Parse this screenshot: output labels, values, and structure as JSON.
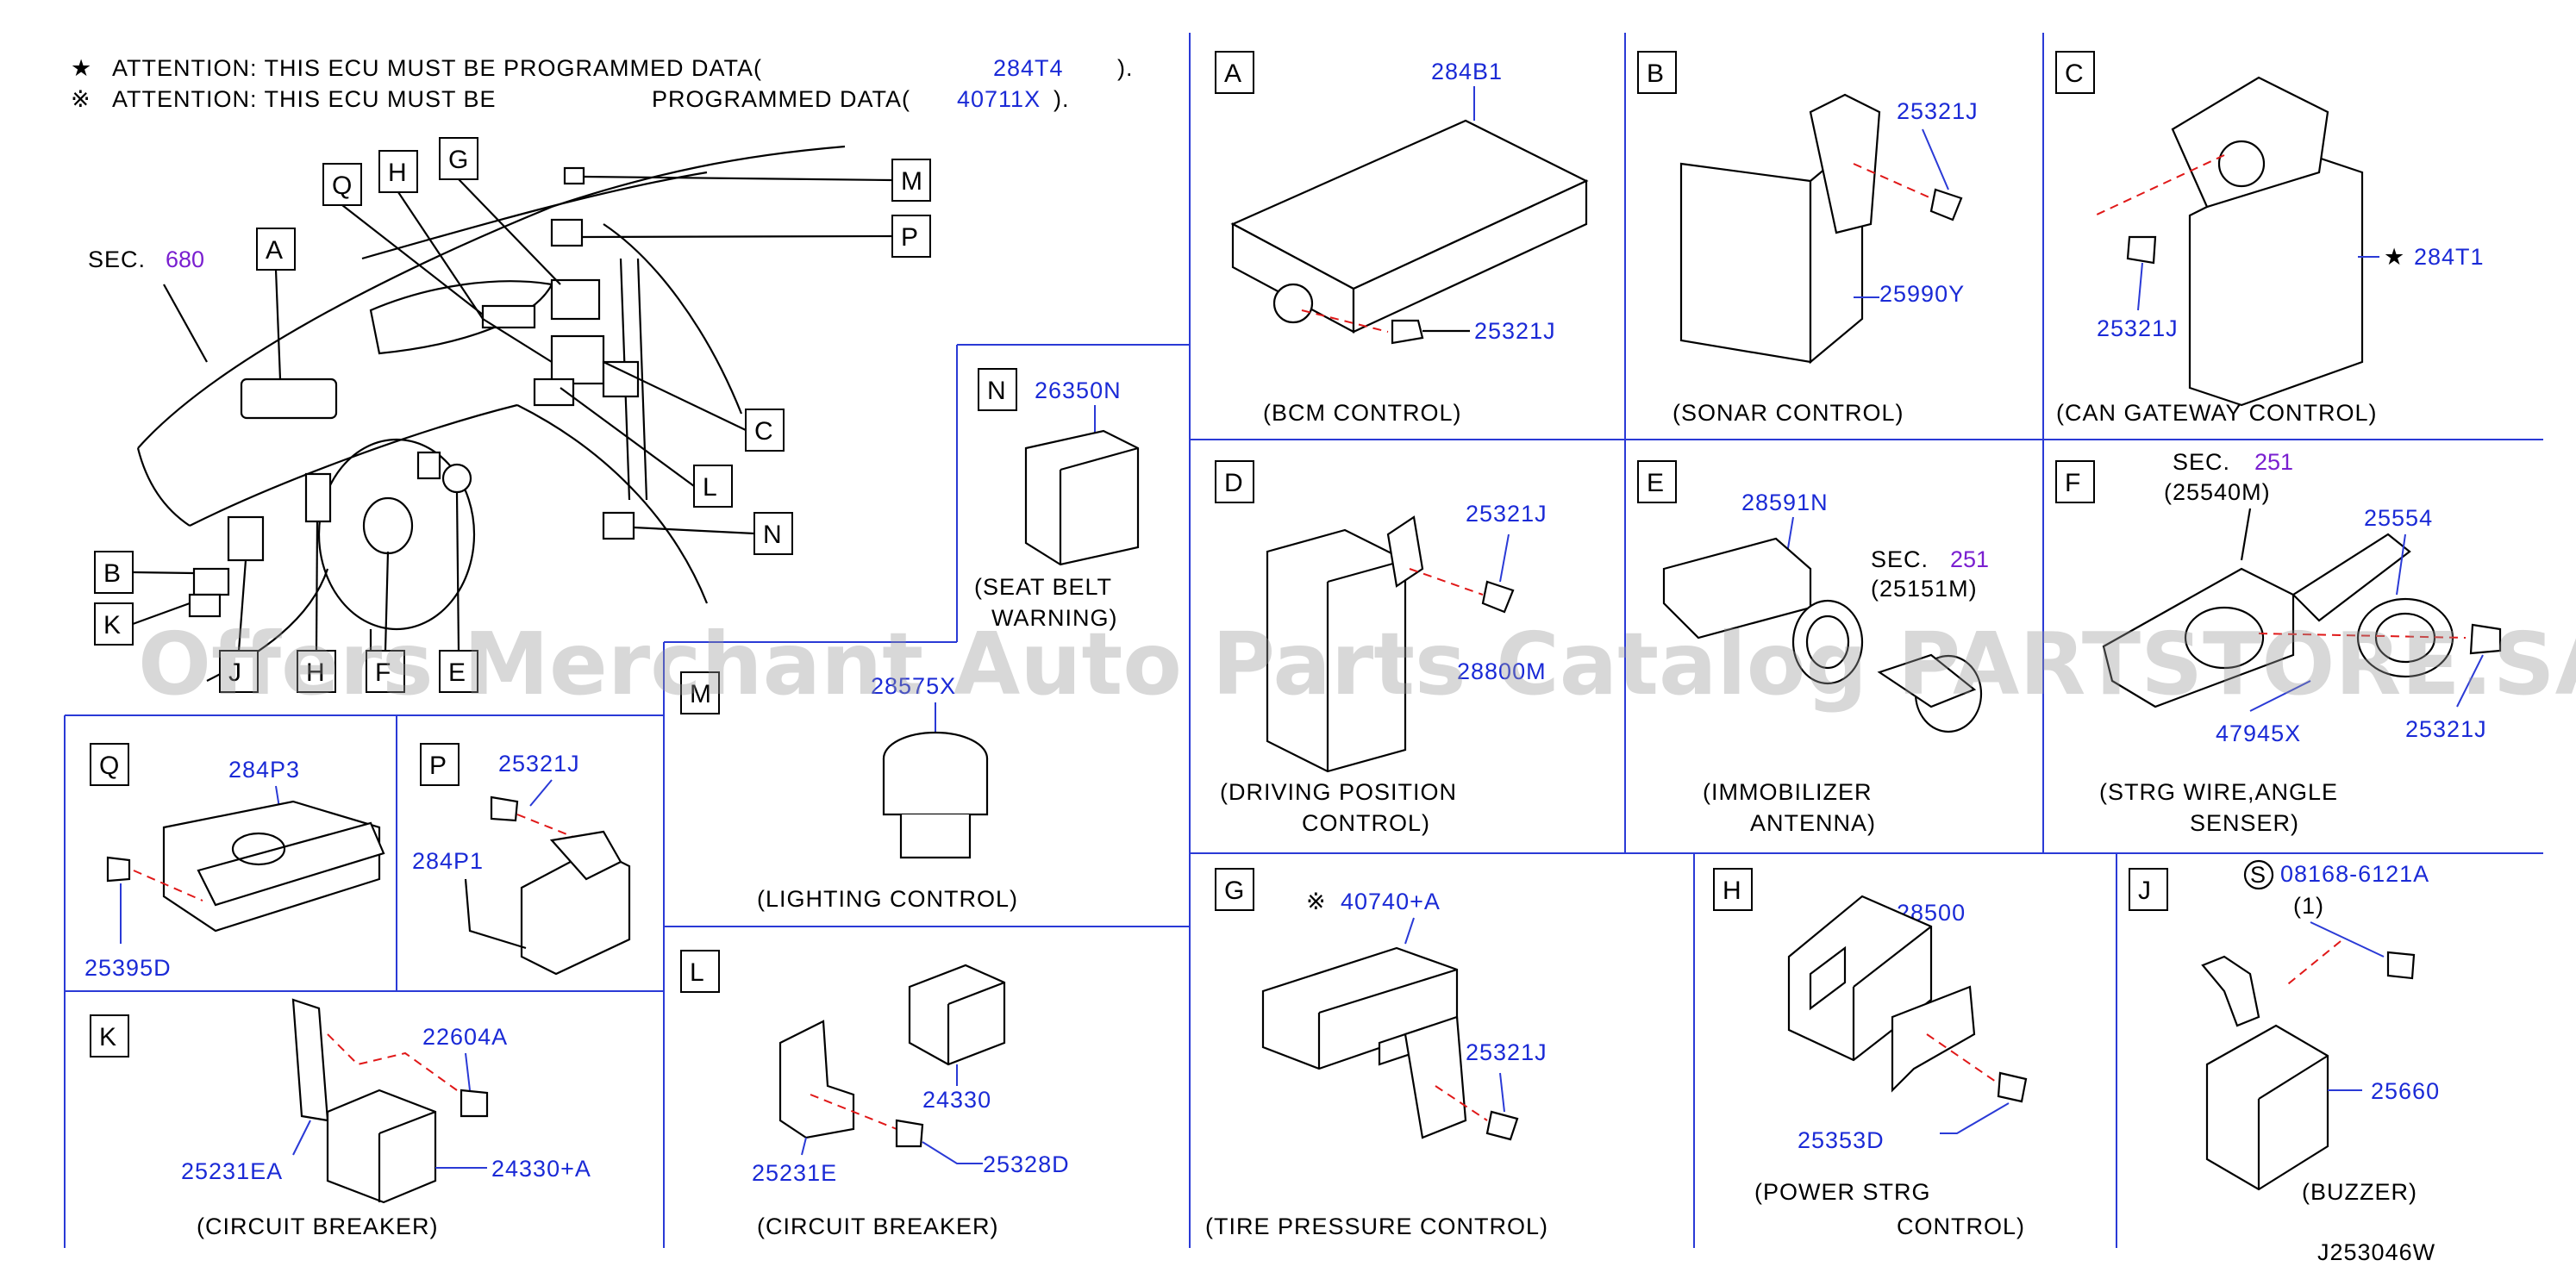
{
  "attention": {
    "line1_symbol": "★",
    "line1_text": "ATTENTION:  THIS  ECU  MUST  BE  PROGRAMMED  DATA(",
    "line1_code": "284T4",
    "line1_close": ").",
    "line2_symbol": "※",
    "line2_text": "ATTENTION:  THIS  ECU  MUST  BE",
    "line2_text_b": "PROGRAMMED  DATA(",
    "line2_code": "40711X",
    "line2_close": ")."
  },
  "overview": {
    "sec_label": "SEC.",
    "sec_number": "680",
    "callouts": [
      "A",
      "Q",
      "H",
      "G",
      "M",
      "P",
      "C",
      "L",
      "N",
      "B",
      "K",
      "J",
      "H",
      "F",
      "E"
    ]
  },
  "panels": {
    "A": {
      "letter": "A",
      "part": "284B1",
      "screw": "25321J",
      "caption": "(BCM   CONTROL)"
    },
    "B": {
      "letter": "B",
      "screw": "25321J",
      "part": "25990Y",
      "caption": "(SONAR   CONTROL)"
    },
    "C": {
      "letter": "C",
      "screw": "25321J",
      "star": "★",
      "part": "284T1",
      "caption": "(CAN   GATEWAY   CONTROL)"
    },
    "N": {
      "letter": "N",
      "part": "26350N",
      "caption1": "(SEAT   BELT",
      "caption2": "WARNING)"
    },
    "D": {
      "letter": "D",
      "screw": "25321J",
      "part": "28800M",
      "caption1": "(DRIVING   POSITION",
      "caption2": "CONTROL)"
    },
    "E": {
      "letter": "E",
      "part": "28591N",
      "sec_label": "SEC.",
      "sec_number": "251",
      "sec_ref": "(25151M)",
      "caption1": "(IMMOBILIZER",
      "caption2": "ANTENNA)"
    },
    "F": {
      "letter": "F",
      "sec_label": "SEC.",
      "sec_number": "251",
      "sec_ref": "(25540M)",
      "part1": "25554",
      "part2": "47945X",
      "screw": "25321J",
      "caption1": "(STRG   WIRE,ANGLE",
      "caption2": "SENSER)"
    },
    "M": {
      "letter": "M",
      "part": "28575X",
      "caption": "(LIGHTING   CONTROL)"
    },
    "Q": {
      "letter": "Q",
      "part": "284P3",
      "screw": "25395D"
    },
    "P": {
      "letter": "P",
      "screw": "25321J",
      "part": "284P1"
    },
    "G": {
      "letter": "G",
      "mark": "※",
      "part": "40740+A",
      "screw": "25321J",
      "caption": "(TIRE   PRESSURE   CONTROL)"
    },
    "H": {
      "letter": "H",
      "part": "28500",
      "screw": "25353D",
      "caption1": "(POWER   STRG",
      "caption2": "CONTROL)"
    },
    "J": {
      "letter": "J",
      "s_mark": "S",
      "part_bolt": "08168-6121A",
      "qty": "(1)",
      "part": "25660",
      "caption": "(BUZZER)"
    },
    "K": {
      "letter": "K",
      "part1": "22604A",
      "part2": "25231EA",
      "part3": "24330+A",
      "caption": "(CIRCUIT     BREAKER)"
    },
    "L": {
      "letter": "L",
      "part1": "24330",
      "part2": "25231E",
      "part3": "25328D",
      "caption": "(CIRCUIT     BREAKER)"
    }
  },
  "diagram_id": "J253046W",
  "watermark": "Offers Merchant Auto Parts Catalog PARTSTORE.SA",
  "colors": {
    "part_number": "#1a2ad6",
    "section": "#7a1fd0",
    "leader_dash": "#e01818",
    "frame": "#2a3ad6",
    "watermark": "#9a9a9a"
  }
}
